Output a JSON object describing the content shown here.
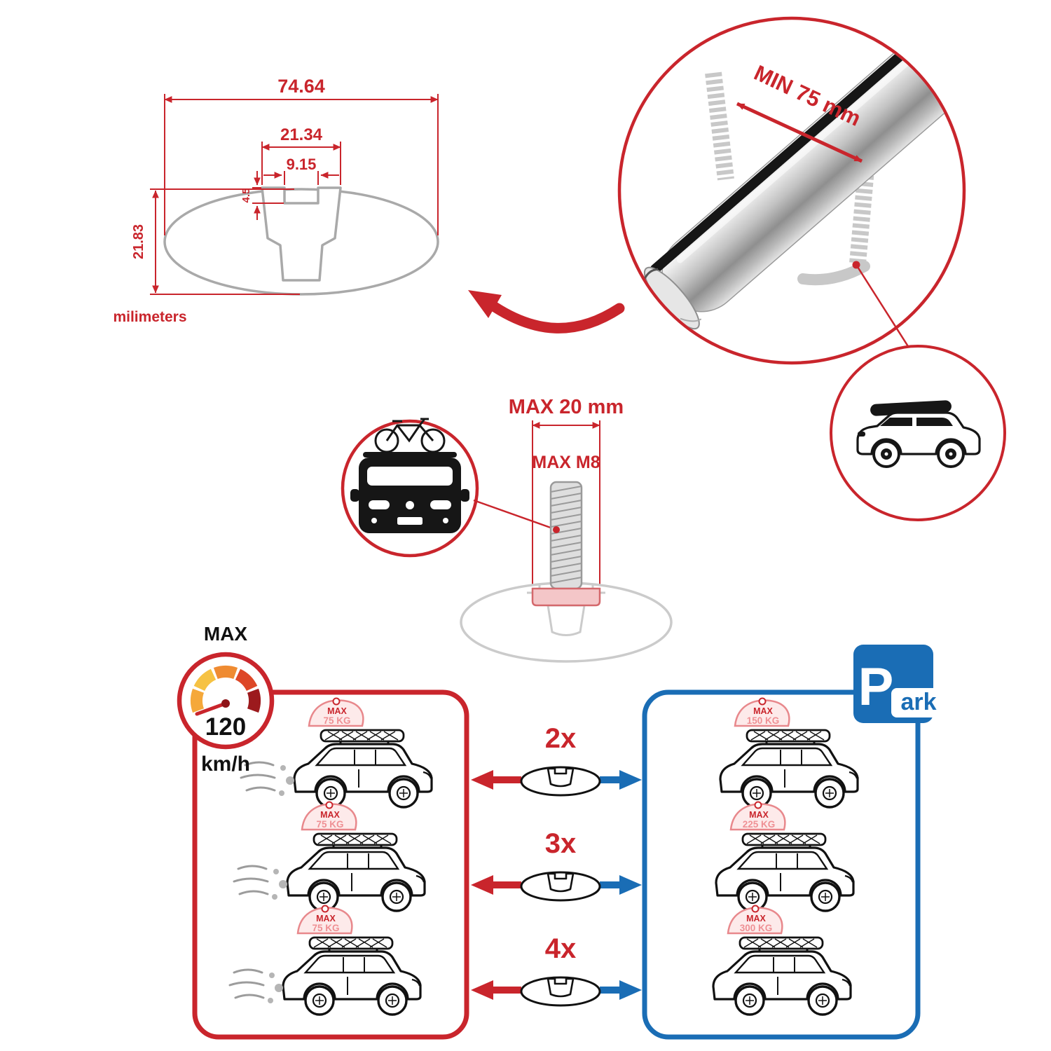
{
  "colors": {
    "accent_red": "#c9252c",
    "accent_blue": "#1a6db5",
    "sketch_gray": "#c8c8c8"
  },
  "cross_section": {
    "width_total": "74.64",
    "width_channel_outer": "21.34",
    "width_channel_inner": "9.15",
    "height_total": "21.83",
    "lip_depth": "4.5",
    "unit_label": "milimeters"
  },
  "bar_detail": {
    "min_span_label": "MIN 75 mm"
  },
  "bolt": {
    "max_width_label": "MAX 20 mm",
    "thread_label": "MAX M8"
  },
  "speed_limit": {
    "label": "MAX",
    "value": "120",
    "unit": "km/h"
  },
  "parking_sign": {
    "letter": "P",
    "suffix": "ark"
  },
  "driving_panel": {
    "cars": [
      {
        "sign_label": "MAX",
        "sign_value": "75 KG"
      },
      {
        "sign_label": "MAX",
        "sign_value": "75 KG"
      },
      {
        "sign_label": "MAX",
        "sign_value": "75 KG"
      }
    ]
  },
  "parked_panel": {
    "cars": [
      {
        "sign_label": "MAX",
        "sign_value": "150 KG"
      },
      {
        "sign_label": "MAX",
        "sign_value": "225 KG"
      },
      {
        "sign_label": "MAX",
        "sign_value": "300 KG"
      }
    ]
  },
  "quantity_rows": [
    {
      "label": "2x"
    },
    {
      "label": "3x"
    },
    {
      "label": "4x"
    }
  ]
}
